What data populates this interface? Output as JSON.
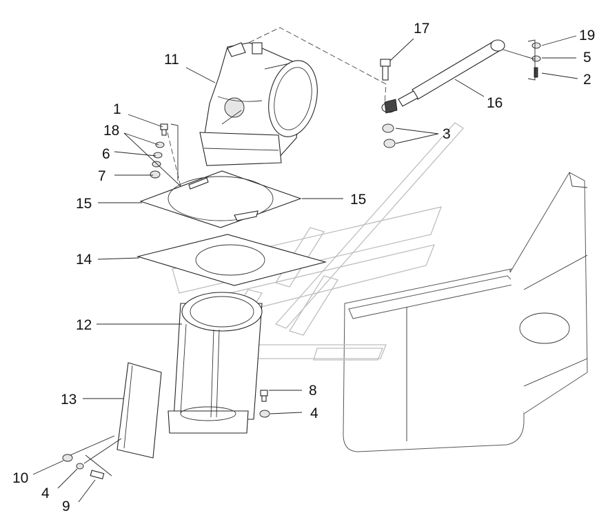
{
  "callouts": {
    "c1": "1",
    "c18": "18",
    "c6": "6",
    "c7": "7",
    "c11": "11",
    "c17": "17",
    "c19": "19",
    "c5": "5",
    "c2": "2",
    "c16": "16",
    "c3": "3",
    "c15a": "15",
    "c15b": "15",
    "c14": "14",
    "c12": "12",
    "c13": "13",
    "c8": "8",
    "c4a": "4",
    "c10": "10",
    "c4b": "4",
    "c9": "9"
  }
}
